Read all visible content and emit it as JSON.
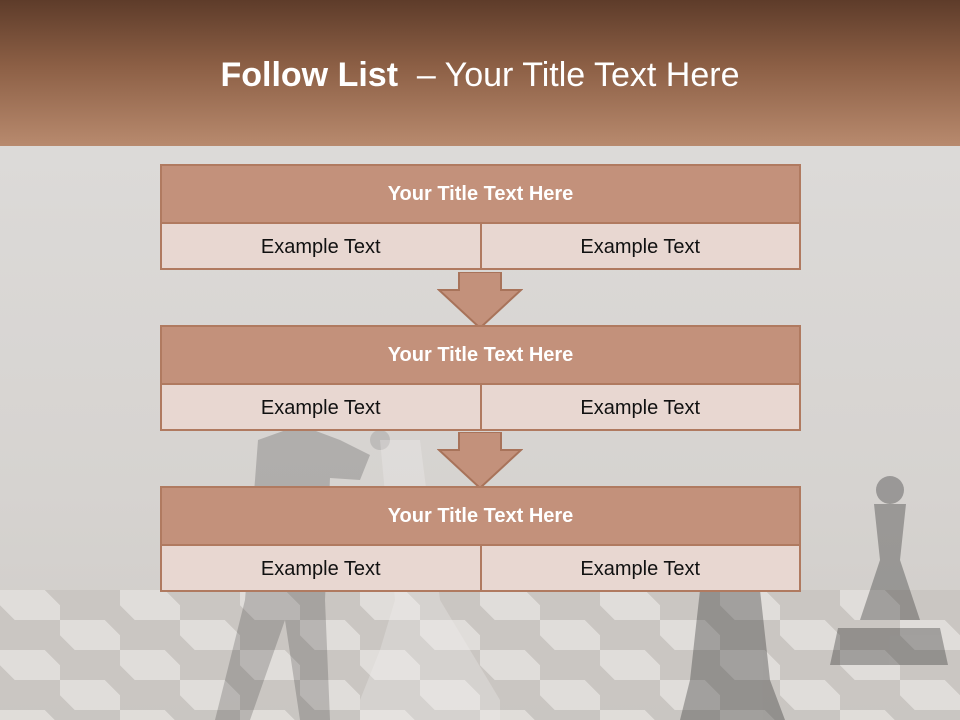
{
  "slide": {
    "title_bold": "Follow List",
    "title_rest": "  – Your Title Text Here"
  },
  "steps": [
    {
      "title": "Your Title Text Here",
      "left": "Example Text",
      "right": "Example Text"
    },
    {
      "title": "Your Title Text Here",
      "left": "Example Text",
      "right": "Example Text"
    },
    {
      "title": "Your Title Text Here",
      "left": "Example Text",
      "right": "Example Text"
    }
  ],
  "colors": {
    "header_dark": "#5e3c2a",
    "header_light": "#b88a6e",
    "box_title": "#c3917b",
    "box_cell": "#e8d7d1",
    "border": "#b07a60",
    "arrow_fill": "#c3917b"
  },
  "icons": {
    "arrow": "arrow-down-icon"
  }
}
